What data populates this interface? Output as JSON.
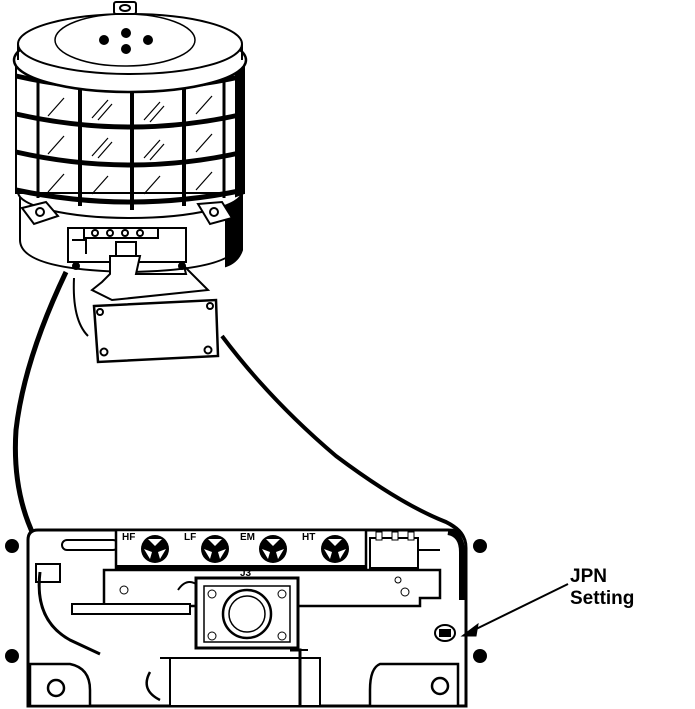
{
  "diagram": {
    "callout": {
      "line1": "JPN",
      "line2": "Setting"
    },
    "connector_labels": {
      "hf": "HF",
      "lf": "LF",
      "em": "EM",
      "ht": "HT",
      "j3": "J3"
    }
  }
}
